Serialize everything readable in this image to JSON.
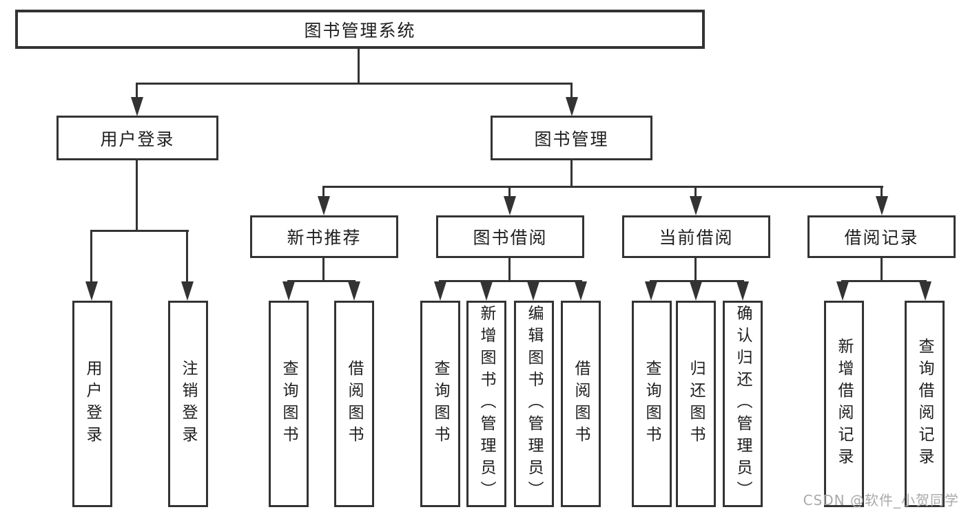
{
  "tree": {
    "label": "图书管理系统",
    "children": [
      {
        "label": "用户登录",
        "children": [
          {
            "label": "用户登录"
          },
          {
            "label": "注销登录"
          }
        ]
      },
      {
        "label": "图书管理",
        "children": [
          {
            "label": "新书推荐",
            "children": [
              {
                "label": "查询图书"
              },
              {
                "label": "借阅图书"
              }
            ]
          },
          {
            "label": "图书借阅",
            "children": [
              {
                "label": "查询图书"
              },
              {
                "label": "新增图书（管理员）"
              },
              {
                "label": "编辑图书（管理员）"
              },
              {
                "label": "借阅图书"
              }
            ]
          },
          {
            "label": "当前借阅",
            "children": [
              {
                "label": "查询图书"
              },
              {
                "label": "归还图书"
              },
              {
                "label": "确认归还（管理员）"
              }
            ]
          },
          {
            "label": "借阅记录",
            "children": [
              {
                "label": "新增借阅记录"
              },
              {
                "label": "查询借阅记录"
              }
            ]
          }
        ]
      }
    ]
  },
  "watermark": {
    "text": "CSDN @软件_小贺同学"
  },
  "colors": {
    "line": "#333333",
    "border": "#333333",
    "text": "#1e1e1e",
    "background": "#ffffff",
    "watermark": "#a9a9a9"
  }
}
